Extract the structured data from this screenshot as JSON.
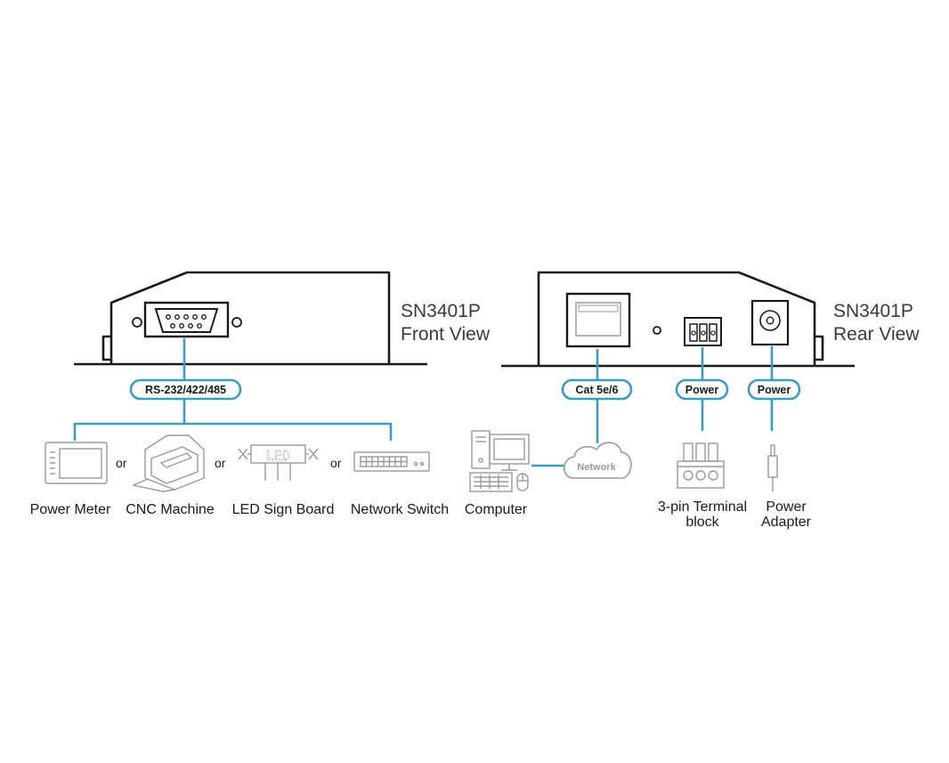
{
  "front": {
    "title_line1": "SN3401P",
    "title_line2": "Front View",
    "port_label": "RS-232/422/485"
  },
  "rear": {
    "title_line1": "SN3401P",
    "title_line2": "Rear View",
    "lan_label": "Cat 5e/6",
    "power1_label": "Power",
    "power2_label": "Power"
  },
  "devices": {
    "power_meter": "Power Meter",
    "cnc_machine": "CNC Machine",
    "led_sign_board": "LED Sign Board",
    "network_switch": "Network Switch",
    "computer": "Computer",
    "terminal_line1": "3-pin Terminal",
    "terminal_line2": "block",
    "adapter_line1": "Power",
    "adapter_line2": "Adapter"
  },
  "or_text": [
    "or",
    "or",
    "or"
  ],
  "network_cloud": "Network",
  "led_text": "LED",
  "colors": {
    "wire": "#3d9ac0",
    "device_outline": "#1a1a1a",
    "icon_gray": "#9a9a9a"
  }
}
